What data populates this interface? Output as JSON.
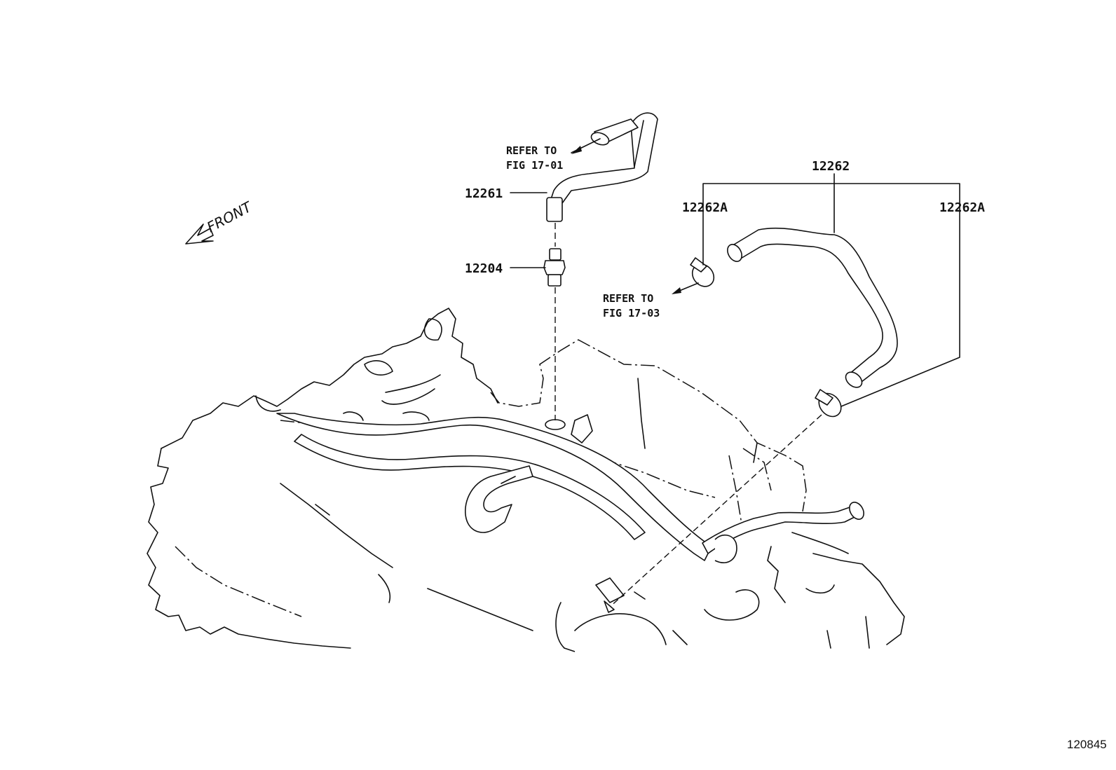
{
  "labels": {
    "pcv_hose": "12261",
    "pcv_valve": "12204",
    "hose_assy": "12262",
    "clamp_left": "12262A",
    "clamp_right": "12262A",
    "refer1_line1": "REFER TO",
    "refer1_line2": "FIG 17-01",
    "refer2_line1": "REFER TO",
    "refer2_line2": "FIG 17-03",
    "front": "FRONT",
    "diagram_id": "120845"
  }
}
